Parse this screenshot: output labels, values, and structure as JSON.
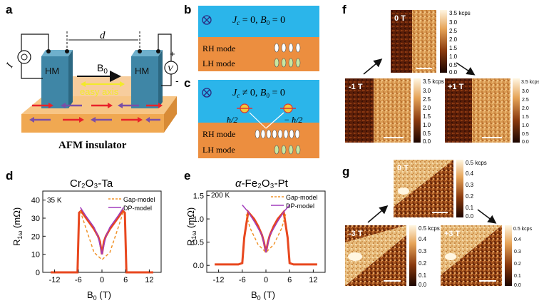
{
  "panel_labels": {
    "a": "a",
    "b": "b",
    "c": "c",
    "d": "d",
    "e": "e",
    "f": "f",
    "g": "g"
  },
  "panel_a": {
    "distance_label": "d",
    "left_contact": "HM",
    "right_contact": "HM",
    "field_label": "B",
    "field_sub": "0",
    "axis_label": "easy axis",
    "substrate_label": "AFM insulator",
    "current_label": "I",
    "plus": "+",
    "minus": "-",
    "colors": {
      "hm": "#3f86a6",
      "substrate": "#f0a851",
      "axis": "#f2ea2a",
      "spin_right": "#e8222a",
      "spin_left": "#7b4ea6"
    }
  },
  "panel_b": {
    "equation": "J_c = 0, B_0 = 0",
    "equation_parts": {
      "j": "J",
      "jsub": "c",
      "mid": " = 0, ",
      "b": "B",
      "bsub": "0",
      "end": " = 0"
    },
    "rh_label": "RH mode",
    "lh_label": "LH mode",
    "colors": {
      "top": "#2bb5ea",
      "bottom": "#ec8e3f"
    }
  },
  "panel_c": {
    "equation_parts": {
      "j": "J",
      "jsub": "c",
      "mid": " ≠ 0, ",
      "b": "B",
      "bsub": "0",
      "end": " = 0"
    },
    "hbar_left": "ħ/2",
    "hbar_right": "− ħ/2",
    "rh_label": "RH mode",
    "lh_label": "LH mode"
  },
  "panel_d": {
    "title": "Cr₂O₃-Ta",
    "temperature": "35 K",
    "legend": [
      "Gap-model",
      "DP-model"
    ],
    "ylabel_main": "R",
    "ylabel_sub": "1ω",
    "ylabel_unit": " (mΩ)",
    "xlabel_main": "B",
    "xlabel_sub": "0",
    "xlabel_unit": " (T)",
    "xticks": [
      "-12",
      "-6",
      "0",
      "6",
      "12"
    ],
    "yticks": [
      "0",
      "10",
      "20",
      "30",
      "40"
    ]
  },
  "panel_e": {
    "title_prefix": "α",
    "title_rest": "-Fe₂O₃-Pt",
    "temperature": "200 K",
    "legend": [
      "Gap-model",
      "DP-model"
    ],
    "ylabel_main": "R",
    "ylabel_sub": "1ω",
    "ylabel_unit": " (mΩ)",
    "xlabel_main": "B",
    "xlabel_sub": "0",
    "xlabel_unit": " (T)",
    "xticks": [
      "-12",
      "-6",
      "0",
      "6",
      "12"
    ],
    "yticks": [
      "0.0",
      "0.5",
      "1.0",
      "1.5"
    ]
  },
  "chart_data": [
    {
      "type": "line",
      "title": "Cr₂O₃-Ta",
      "xlabel": "B0 (T)",
      "ylabel": "R1ω (mΩ)",
      "xlim": [
        -15,
        15
      ],
      "ylim": [
        0,
        45
      ],
      "series": [
        {
          "name": "",
          "x": [
            -13,
            -7,
            -6.2,
            -5.8,
            -5.3,
            -4,
            -3,
            -2,
            -1,
            -0.5,
            0,
            0.5,
            1,
            2,
            3,
            4,
            5.3,
            5.8,
            6.2,
            7,
            13
          ],
          "y": [
            0,
            0,
            0,
            33,
            34,
            30,
            27,
            24,
            20,
            17,
            10,
            17,
            20,
            24,
            27,
            30,
            34,
            33,
            0,
            0,
            0
          ]
        },
        {
          "name": "Gap-model",
          "x": [
            -5.5,
            -4,
            -2,
            0,
            2,
            4,
            5.5
          ],
          "y": [
            34,
            24,
            11,
            7,
            11,
            24,
            34
          ]
        },
        {
          "name": "DP-model",
          "x": [
            -5.5,
            -4,
            -2,
            -1,
            0,
            1,
            2,
            4,
            5.5
          ],
          "y": [
            36,
            31,
            25,
            20,
            10,
            20,
            25,
            31,
            36
          ]
        }
      ]
    },
    {
      "type": "line",
      "title": "α-Fe₂O₃-Pt",
      "xlabel": "B0 (T)",
      "ylabel": "R1ω (mΩ)",
      "xlim": [
        -15,
        15
      ],
      "ylim": [
        -0.15,
        1.6
      ],
      "series": [
        {
          "name": "",
          "x": [
            -13,
            -7,
            -6,
            -5.5,
            -4.5,
            -3,
            -2,
            -1,
            -0.5,
            0,
            0.5,
            1,
            2,
            3,
            4.5,
            5.5,
            6,
            7,
            13
          ],
          "y": [
            0.02,
            0.02,
            0.05,
            0.6,
            1.15,
            1.0,
            0.85,
            0.65,
            0.5,
            0.28,
            0.5,
            0.65,
            0.85,
            1.0,
            1.15,
            0.6,
            0.05,
            0.02,
            0.02
          ]
        },
        {
          "name": "Gap-model",
          "x": [
            -5,
            -4,
            -2,
            0,
            2,
            4,
            5
          ],
          "y": [
            1.1,
            0.8,
            0.45,
            0.28,
            0.45,
            0.8,
            1.1
          ]
        },
        {
          "name": "DP-model",
          "x": [
            -6,
            -4.5,
            -3,
            -1,
            0,
            1,
            3,
            4.5,
            6
          ],
          "y": [
            1.3,
            1.15,
            0.95,
            0.65,
            0.28,
            0.65,
            0.95,
            1.15,
            1.3
          ]
        }
      ]
    }
  ],
  "panel_f": {
    "maps": {
      "top": "0 T",
      "left": "-1 T",
      "right": "+1 T"
    },
    "colorbar_unit": "3.5 kcps",
    "colorbar_ticks": [
      "3.0",
      "2.5",
      "2.0",
      "1.5",
      "1.0",
      "0.5",
      "0.0"
    ]
  },
  "panel_g": {
    "maps": {
      "top": "0 T",
      "left": "-3 T",
      "right": "+3 T"
    },
    "colorbar_unit": "0.5 kcps",
    "colorbar_ticks": [
      "0.4",
      "0.3",
      "0.2",
      "0.1",
      "0.0"
    ]
  }
}
